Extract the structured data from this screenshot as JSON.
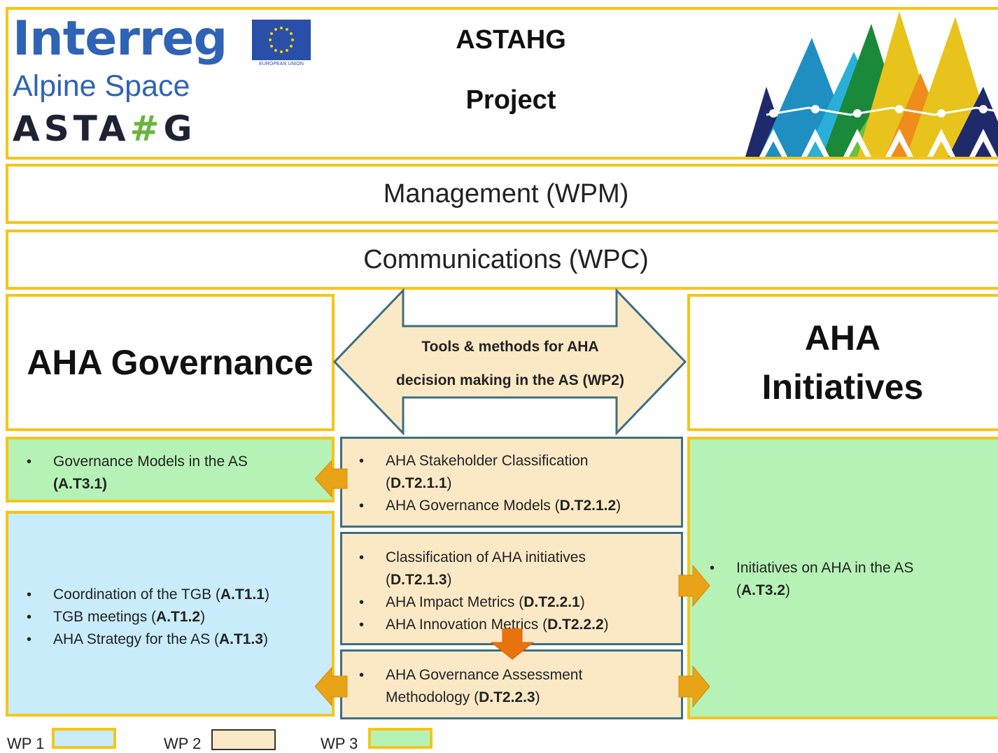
{
  "header": {
    "logo": {
      "line1": "Interreg",
      "line2": "Alpine Space",
      "line3_a": "ASTA",
      "line3_hash": "#",
      "line3_b": "G"
    },
    "eu_flag_caption": "EUROPEAN UNION",
    "title_line1": "ASTAHG",
    "title_line2": "Project"
  },
  "rows": {
    "management": "Management (WPM)",
    "communications": "Communications (WPC)"
  },
  "governance": {
    "title": "AHA Governance"
  },
  "initiatives": {
    "title_line1": "AHA",
    "title_line2": "Initiatives"
  },
  "tools_arrow": {
    "line1": "Tools & methods for AHA",
    "line2": "decision making in the AS (WP2)"
  },
  "boxes": {
    "gov_models": {
      "text": "Governance Models in the AS",
      "code": "(A.T3.1)"
    },
    "wp1": [
      {
        "pre": "Coordination of the TGB (",
        "code": "A.T1.1",
        "post": ")"
      },
      {
        "pre": "TGB meetings (",
        "code": "A.T1.2",
        "post": ")"
      },
      {
        "pre": "AHA Strategy for the AS (",
        "code": "A.T1.3",
        "post": ")"
      }
    ],
    "wp2_a": [
      {
        "pre": "AHA Stakeholder Classification",
        "code_line": "D.T2.1.1"
      },
      {
        "pre": "AHA Governance Models (",
        "code": "D.T2.1.2",
        "post": ")"
      }
    ],
    "wp2_b": [
      {
        "pre": "Classification of AHA initiatives",
        "code_line": "D.T2.1.3"
      },
      {
        "pre": "AHA Impact Metrics (",
        "code": "D.T2.2.1",
        "post": ")"
      },
      {
        "pre": "AHA Innovation Metrics (",
        "code": "D.T2.2.2",
        "post": ")"
      }
    ],
    "wp2_c": {
      "line1": "AHA Governance Assessment",
      "line2_pre": "Methodology (",
      "code": "D.T2.2.3",
      "line2_post": ")"
    },
    "initiatives_box": {
      "pre": "Initiatives on AHA in the AS",
      "code": "A.T3.2"
    }
  },
  "legend": [
    {
      "label": "WP 1",
      "color": "#c8ecfa"
    },
    {
      "label": "WP 2",
      "color": "#fbe9c6"
    },
    {
      "label": "WP 3",
      "color": "#b6f2b6"
    }
  ],
  "colors": {
    "border": "#f5c518",
    "arrow": "#e8a317",
    "wp2_border": "#3e6e80"
  }
}
